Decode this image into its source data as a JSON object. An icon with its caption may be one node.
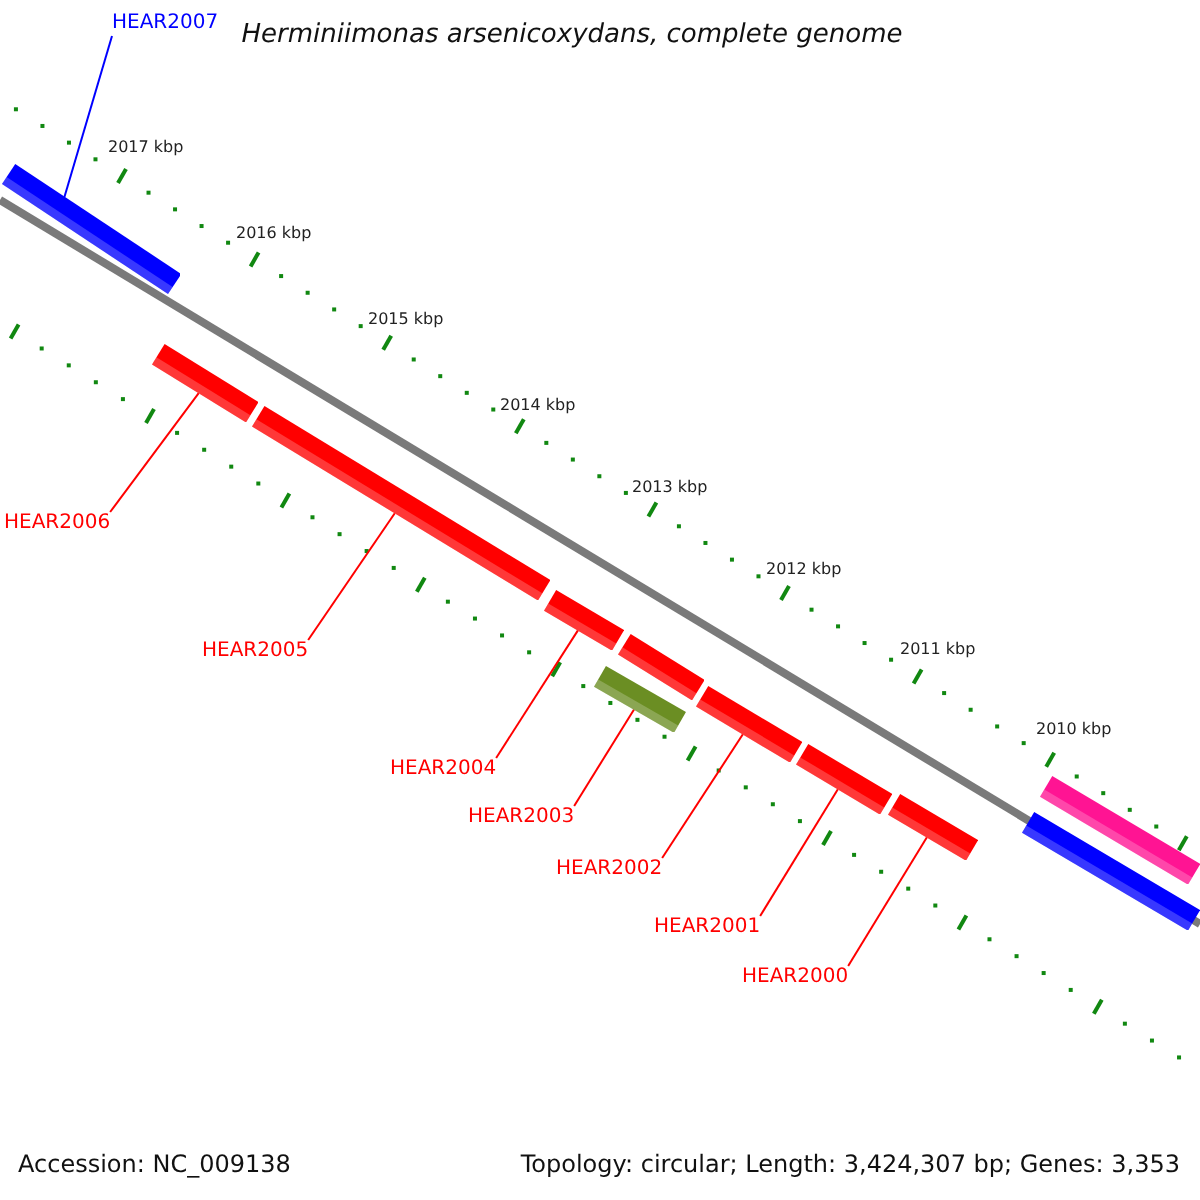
{
  "diagram": {
    "title": "Herminiimonas arsenicoxydans, complete genome",
    "nodes": [
      {
        "text": [
          "HEAR2007"
        ]
      },
      {
        "text": [],
        "shape": "bar"
      },
      {
        "text": [],
        "shape": "bar"
      },
      {
        "text": [],
        "shape": "bar"
      },
      {
        "text": [
          "HEAR2006"
        ]
      },
      {
        "text": [],
        "shape": "bar"
      },
      {
        "text": [],
        "shape": "bar"
      },
      {
        "text": [],
        "shape": "bar"
      },
      {
        "text": [
          "HEAR2005"
        ]
      },
      {
        "text": [],
        "shape": "bar"
      },
      {
        "text": [],
        "shape": "bar"
      },
      {
        "text": [],
        "shape": "bar"
      },
      {
        "text": [],
        "shape": "bar"
      },
      {
        "text": [],
        "shape": "bar"
      },
      {
        "text": [
          "HEAR2004"
        ]
      },
      {
        "text": [
          "HEAR2003"
        ]
      },
      {
        "text": [
          "HEAR2002"
        ]
      },
      {
        "text": [
          "HEAR2001"
        ]
      },
      {
        "text": [
          "HEAR2000"
        ]
      }
    ],
    "edges": [
      {
        "from": 0,
        "to": 1,
        "arrow": "none",
        "color": "#0000ff"
      },
      {
        "from": 4,
        "to": 2,
        "arrow": "none"
      },
      {
        "from": 8,
        "to": 3,
        "arrow": "none"
      },
      {
        "from": 14,
        "to": 5,
        "arrow": "none"
      },
      {
        "from": 15,
        "to": 7,
        "arrow": "none"
      },
      {
        "from": 16,
        "to": 9,
        "arrow": "none"
      },
      {
        "from": 17,
        "to": 12,
        "arrow": "none"
      },
      {
        "from": 18,
        "to": 13,
        "arrow": "none"
      }
    ],
    "labels": [
      "2017 kbp",
      "2016 kbp",
      "2015 kbp",
      "2014 kbp",
      "2013 kbp",
      "2012 kbp",
      "2011 kbp",
      "2010 kbp",
      "Accession: NC_009138",
      "Topology: circular; Length: 3,424,307 bp; Genes: 3,353"
    ]
  }
}
